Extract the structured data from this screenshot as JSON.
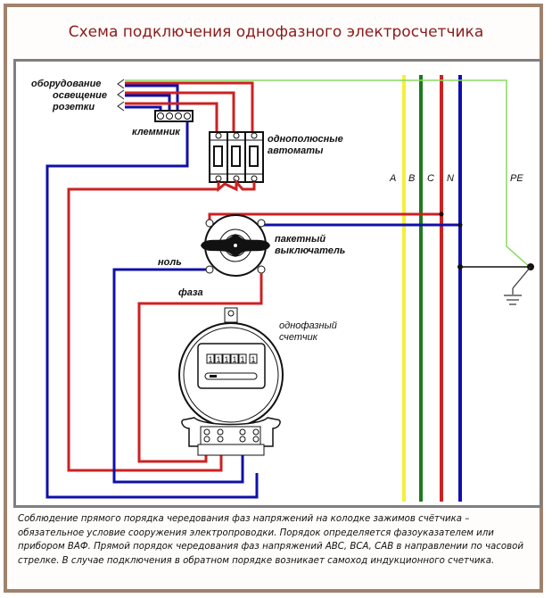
{
  "title": "Схема подключения однофазного электросчетчика",
  "colors": {
    "frame": "#a0826c",
    "title": "#8b1a1a",
    "phase_wire": "#cc2222",
    "neutral_wire": "#1010a8",
    "bus_A": "#f5f03a",
    "bus_B": "#1e7a1e",
    "bus_C": "#cc2222",
    "bus_N": "#1010b0",
    "pe_wire": "#88d860"
  },
  "labels": {
    "equipment": "оборудование",
    "lighting": "освещение",
    "sockets": "розетки",
    "terminal_block": "клеммник",
    "breakers_line1": "однополюсные",
    "breakers_line2": "автоматы",
    "switch_line1": "пакетный",
    "switch_line2": "выключатель",
    "neutral": "ноль",
    "phase": "фаза",
    "meter_line1": "однофазный",
    "meter_line2": "счетчик",
    "bus_A": "A",
    "bus_B": "B",
    "bus_C": "C",
    "bus_N": "N",
    "bus_PE": "PE"
  },
  "meter": {
    "digits": [
      "1",
      "1",
      "1",
      "1",
      "1",
      "1"
    ]
  },
  "caption": "Соблюдение прямого порядка чередования фаз напряжений на колодке зажимов счётчика – обязательное условие сооружения электропроводки. Порядок определяется фазоуказателем или прибором ВАФ. Прямой порядок чередования фаз напряжений ABC, BCA, CAB в направлении по часовой стрелке. В случае подключения в обратном порядке возникает самоход индукционного счетчика."
}
